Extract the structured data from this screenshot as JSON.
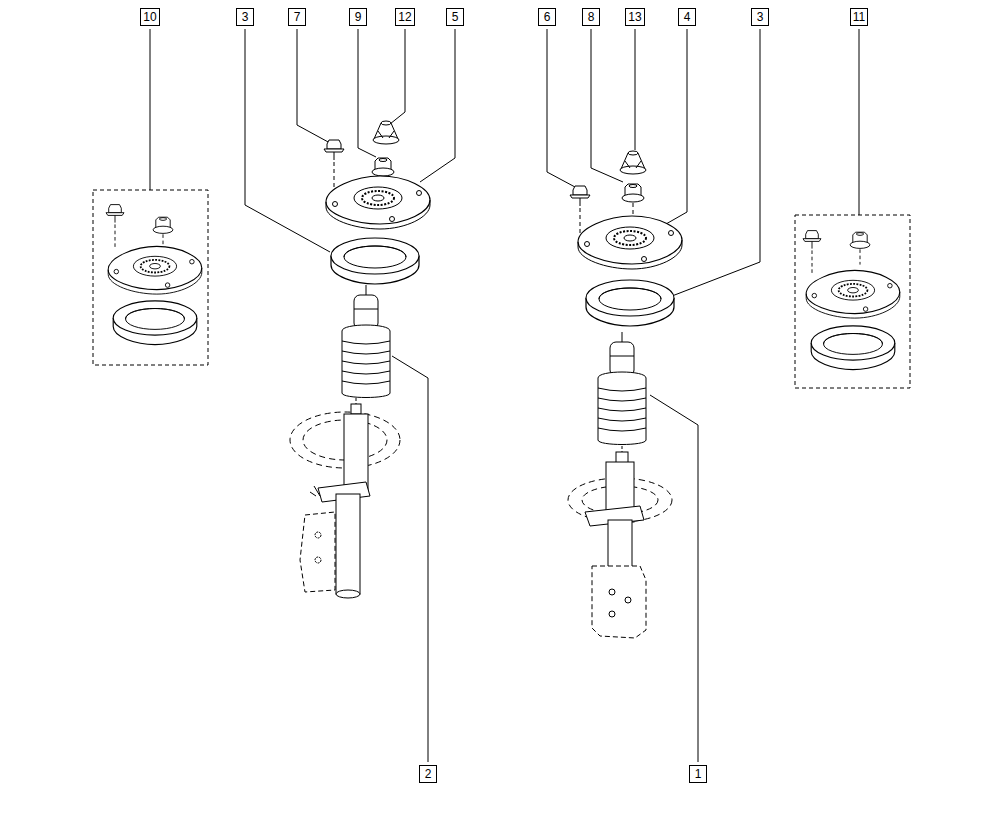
{
  "diagram": {
    "labels": [
      "10",
      "3",
      "7",
      "9",
      "12",
      "5",
      "6",
      "8",
      "13",
      "4",
      "3",
      "11",
      "2",
      "1"
    ]
  }
}
